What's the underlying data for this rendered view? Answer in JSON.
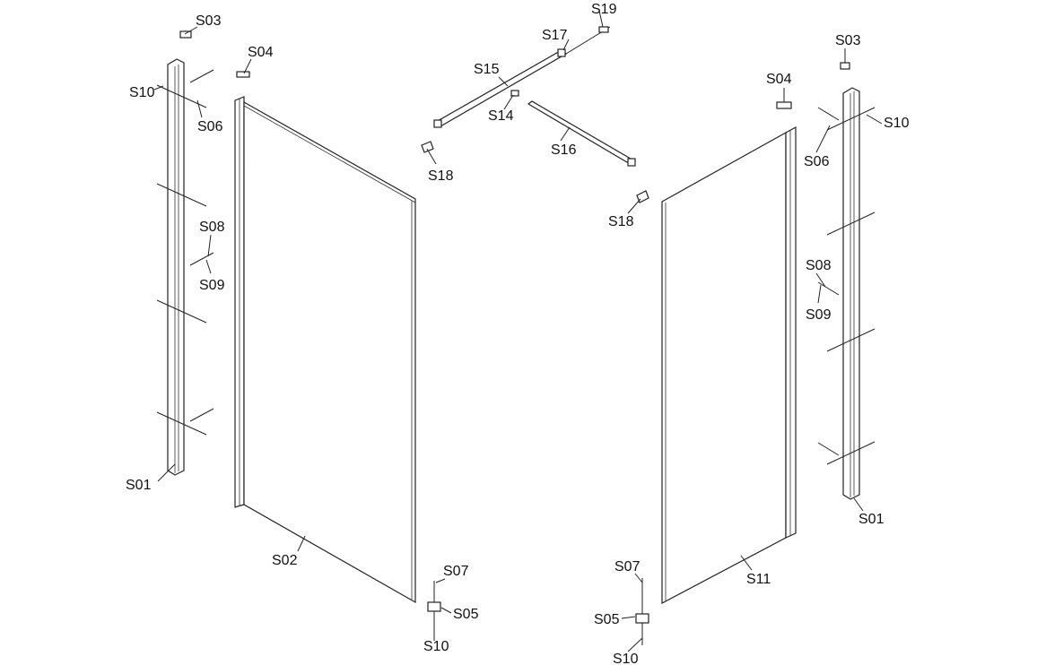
{
  "title": "Shower enclosure exploded parts diagram",
  "labels": {
    "s03_left": "S03",
    "s04_left": "S04",
    "s10_left_top": "S10",
    "s06_left": "S06",
    "s08_left": "S08",
    "s09_left": "S09",
    "s01_left": "S01",
    "s02": "S02",
    "s18_left": "S18",
    "s15": "S15",
    "s14": "S14",
    "s17": "S17",
    "s19": "S19",
    "s16": "S16",
    "s18_right": "S18",
    "s04_right": "S04",
    "s03_right": "S03",
    "s10_right_top": "S10",
    "s06_right": "S06",
    "s08_right": "S08",
    "s09_right": "S09",
    "s01_right": "S01",
    "s11": "S11",
    "s07_left": "S07",
    "s05_left": "S05",
    "s10_left_bottom": "S10",
    "s07_right": "S07",
    "s05_right": "S05",
    "s10_right_bottom": "S10"
  }
}
